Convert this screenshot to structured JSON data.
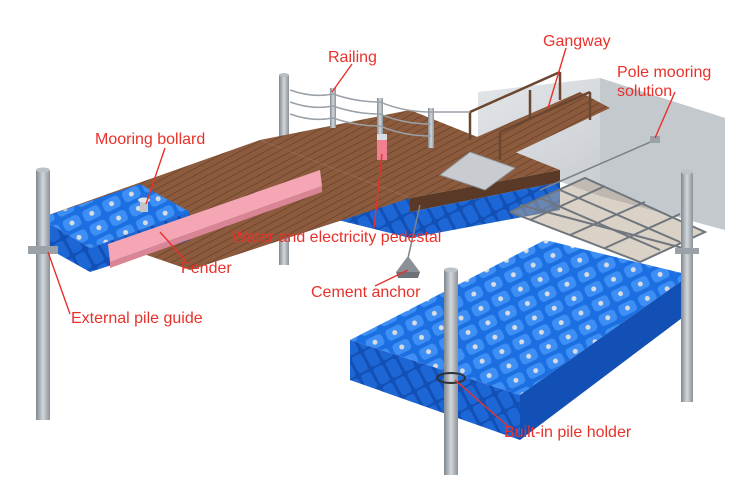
{
  "labels": {
    "railing": "Railing",
    "gangway": "Gangway",
    "pole_mooring_1": "Pole mooring",
    "pole_mooring_2": "solution",
    "mooring_bollard": "Mooring bollard",
    "water_electricity": "Water and electricity pedestal",
    "fender": "Fender",
    "cement_anchor": "Cement anchor",
    "external_pile_guide": "External pile guide",
    "builtin_pile_holder": "Built-in pile holder"
  },
  "colors": {
    "label_red": "#e8312a",
    "float_blue": "#1565d8",
    "float_blue_light": "#3d8ef5",
    "deck_wood": "#8a5a3c",
    "fender_pink": "#f4a6b4",
    "pile_grey": "#9aa1a8",
    "concrete": "#d4d8dc"
  }
}
